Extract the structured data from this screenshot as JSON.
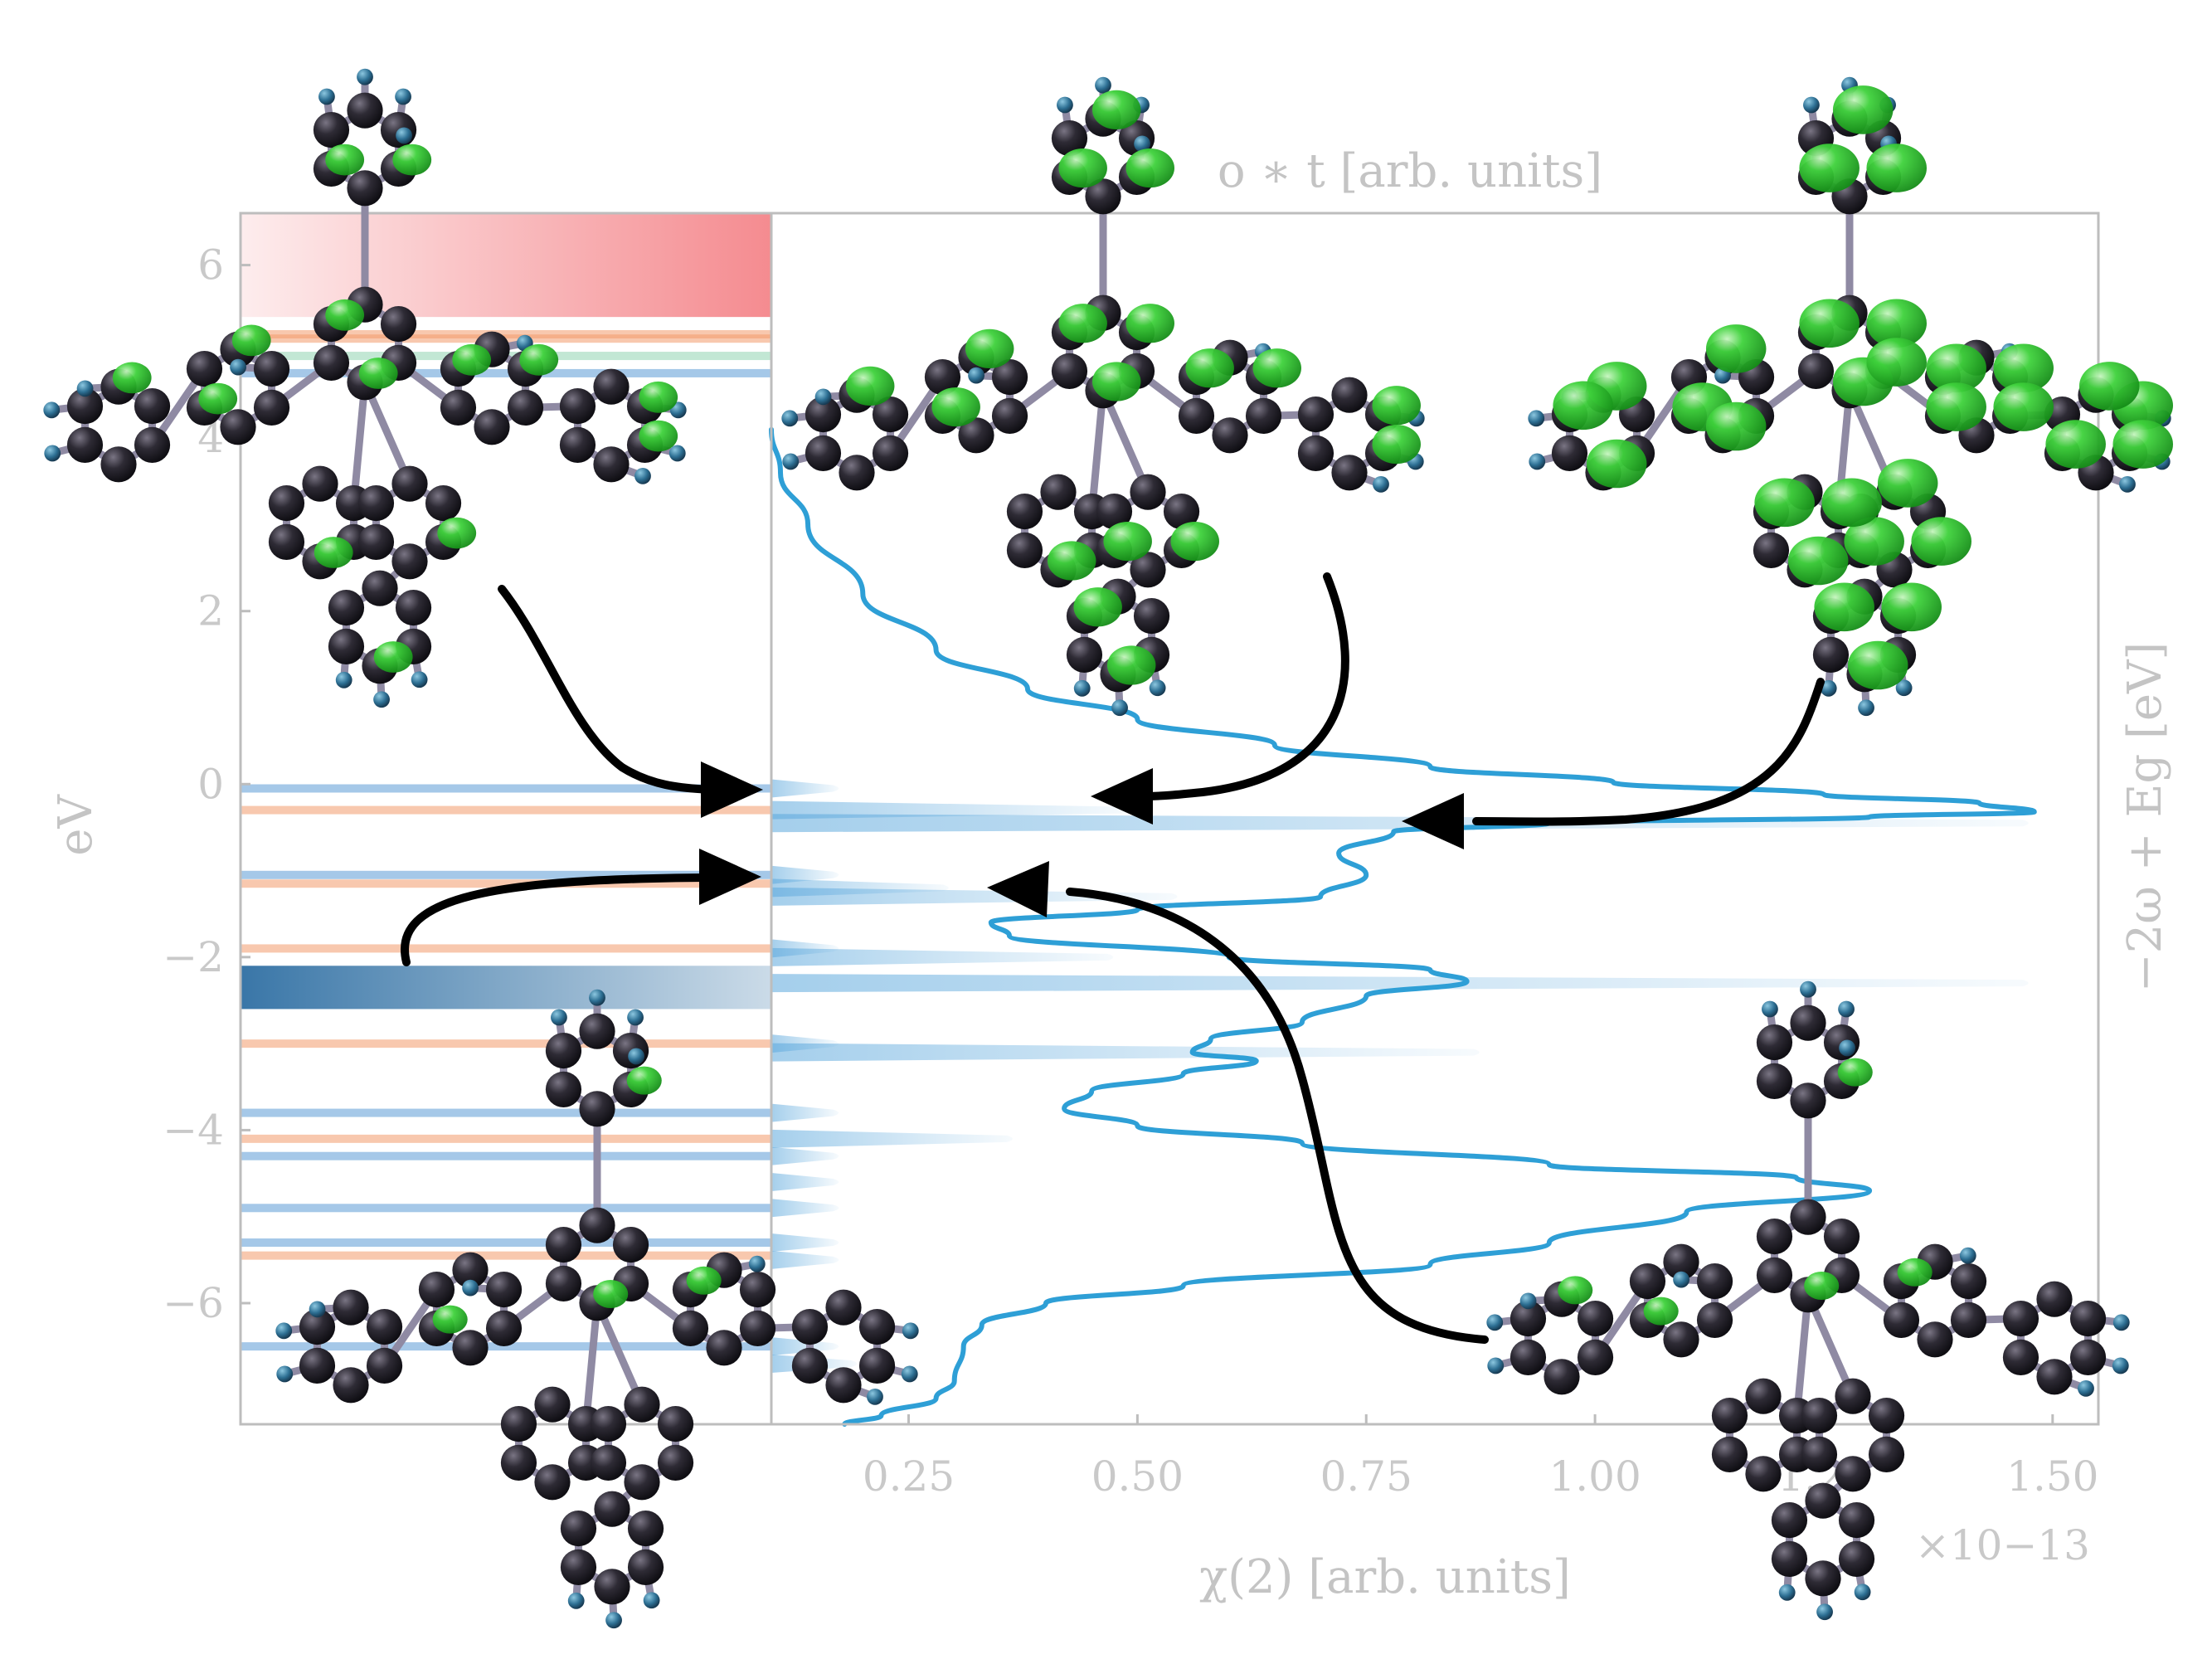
{
  "chart_data": [
    {
      "type": "heatmap",
      "panel": "left energy-level panel",
      "ylabel": "eV",
      "ylim": [
        -7.4,
        6.6
      ],
      "yticks": [
        "−6",
        "−4",
        "−2",
        "0",
        "2",
        "4",
        "6"
      ],
      "ytick_values": [
        -6,
        -4,
        -2,
        0,
        2,
        4,
        6
      ],
      "colors": {
        "unoccupied_band": "#f4858a",
        "occupied_band": "#2f6fa3",
        "orange_level": "#f29b6b",
        "green_level": "#8fd3b0",
        "blue_level": "#5b9bd5"
      },
      "bands": [
        {
          "kind": "unoccupied",
          "from": 5.4,
          "to": 6.6,
          "color": "#f4858a"
        },
        {
          "kind": "occupied",
          "from": -2.6,
          "to": -2.1,
          "color": "#2f6fa3"
        }
      ],
      "levels": [
        {
          "e": 5.2,
          "color": "#f29b6b"
        },
        {
          "e": 5.15,
          "color": "#f29b6b"
        },
        {
          "e": 4.95,
          "color": "#8fd3b0"
        },
        {
          "e": 4.75,
          "color": "#5b9bd5"
        },
        {
          "e": -0.05,
          "color": "#5b9bd5"
        },
        {
          "e": -0.3,
          "color": "#f29b6b"
        },
        {
          "e": -1.05,
          "color": "#5b9bd5"
        },
        {
          "e": -1.15,
          "color": "#f29b6b"
        },
        {
          "e": -1.9,
          "color": "#f29b6b"
        },
        {
          "e": -3.0,
          "color": "#f29b6b"
        },
        {
          "e": -3.8,
          "color": "#5b9bd5"
        },
        {
          "e": -4.1,
          "color": "#f29b6b"
        },
        {
          "e": -4.3,
          "color": "#5b9bd5"
        },
        {
          "e": -4.9,
          "color": "#5b9bd5"
        },
        {
          "e": -5.3,
          "color": "#5b9bd5"
        },
        {
          "e": -5.45,
          "color": "#f29b6b"
        },
        {
          "e": -6.5,
          "color": "#5b9bd5"
        }
      ]
    },
    {
      "type": "line",
      "panel": "right spectrum panel",
      "title": "",
      "top_label": "o ∗ t [arb. units]",
      "xlabel": "χ(2) [arb. units]",
      "xscale_label": "×10−13",
      "ylabel_right": "−2ω + Eg [eV]",
      "xlim": [
        0.1,
        1.55
      ],
      "ylim": [
        -7.4,
        6.6
      ],
      "xticks": [
        "0.25",
        "0.50",
        "0.75",
        "1.00",
        "1.25",
        "1.50"
      ],
      "xtick_values": [
        0.25,
        0.5,
        0.75,
        1.0,
        1.25,
        1.5
      ],
      "series": [
        {
          "color": "#2e9fd6",
          "points": [
            [
              0.1,
              4.1
            ],
            [
              0.11,
              3.6
            ],
            [
              0.14,
              3.0
            ],
            [
              0.2,
              2.2
            ],
            [
              0.28,
              1.55
            ],
            [
              0.38,
              1.1
            ],
            [
              0.5,
              0.75
            ],
            [
              0.65,
              0.45
            ],
            [
              0.82,
              0.2
            ],
            [
              1.02,
              0.02
            ],
            [
              1.25,
              -0.12
            ],
            [
              1.42,
              -0.22
            ],
            [
              1.48,
              -0.32
            ],
            [
              1.3,
              -0.38
            ],
            [
              0.95,
              -0.45
            ],
            [
              0.78,
              -0.55
            ],
            [
              0.72,
              -0.8
            ],
            [
              0.75,
              -1.05
            ],
            [
              0.7,
              -1.3
            ],
            [
              0.5,
              -1.45
            ],
            [
              0.34,
              -1.6
            ],
            [
              0.36,
              -1.75
            ],
            [
              0.6,
              -2.0
            ],
            [
              0.82,
              -2.15
            ],
            [
              0.86,
              -2.28
            ],
            [
              0.75,
              -2.45
            ],
            [
              0.68,
              -2.75
            ],
            [
              0.58,
              -2.95
            ],
            [
              0.56,
              -3.1
            ],
            [
              0.63,
              -3.2
            ],
            [
              0.55,
              -3.35
            ],
            [
              0.45,
              -3.55
            ],
            [
              0.42,
              -3.75
            ],
            [
              0.5,
              -3.95
            ],
            [
              0.68,
              -4.15
            ],
            [
              0.95,
              -4.4
            ],
            [
              1.22,
              -4.55
            ],
            [
              1.3,
              -4.7
            ],
            [
              1.1,
              -4.95
            ],
            [
              0.95,
              -5.3
            ],
            [
              0.82,
              -5.55
            ],
            [
              0.55,
              -5.8
            ],
            [
              0.4,
              -6.0
            ],
            [
              0.33,
              -6.25
            ],
            [
              0.31,
              -6.5
            ],
            [
              0.3,
              -6.9
            ],
            [
              0.28,
              -7.1
            ],
            [
              0.22,
              -7.3
            ],
            [
              0.18,
              -7.4
            ]
          ]
        }
      ],
      "bars": [
        {
          "e": -0.05,
          "x": 0.18
        },
        {
          "e": -0.3,
          "x": 0.5
        },
        {
          "e": -0.45,
          "x": 1.48
        },
        {
          "e": -1.05,
          "x": 0.18
        },
        {
          "e": -1.2,
          "x": 0.3
        },
        {
          "e": -1.3,
          "x": 0.55
        },
        {
          "e": -1.9,
          "x": 0.18
        },
        {
          "e": -2.0,
          "x": 0.48
        },
        {
          "e": -2.3,
          "x": 1.48
        },
        {
          "e": -3.0,
          "x": 0.18
        },
        {
          "e": -3.1,
          "x": 0.88
        },
        {
          "e": -3.8,
          "x": 0.18
        },
        {
          "e": -4.1,
          "x": 0.37
        },
        {
          "e": -4.3,
          "x": 0.18
        },
        {
          "e": -4.6,
          "x": 0.18
        },
        {
          "e": -4.9,
          "x": 0.18
        },
        {
          "e": -5.3,
          "x": 0.18
        },
        {
          "e": -5.5,
          "x": 0.18
        },
        {
          "e": -6.5,
          "x": 0.18
        },
        {
          "e": -6.7,
          "x": 0.2
        }
      ]
    }
  ]
}
